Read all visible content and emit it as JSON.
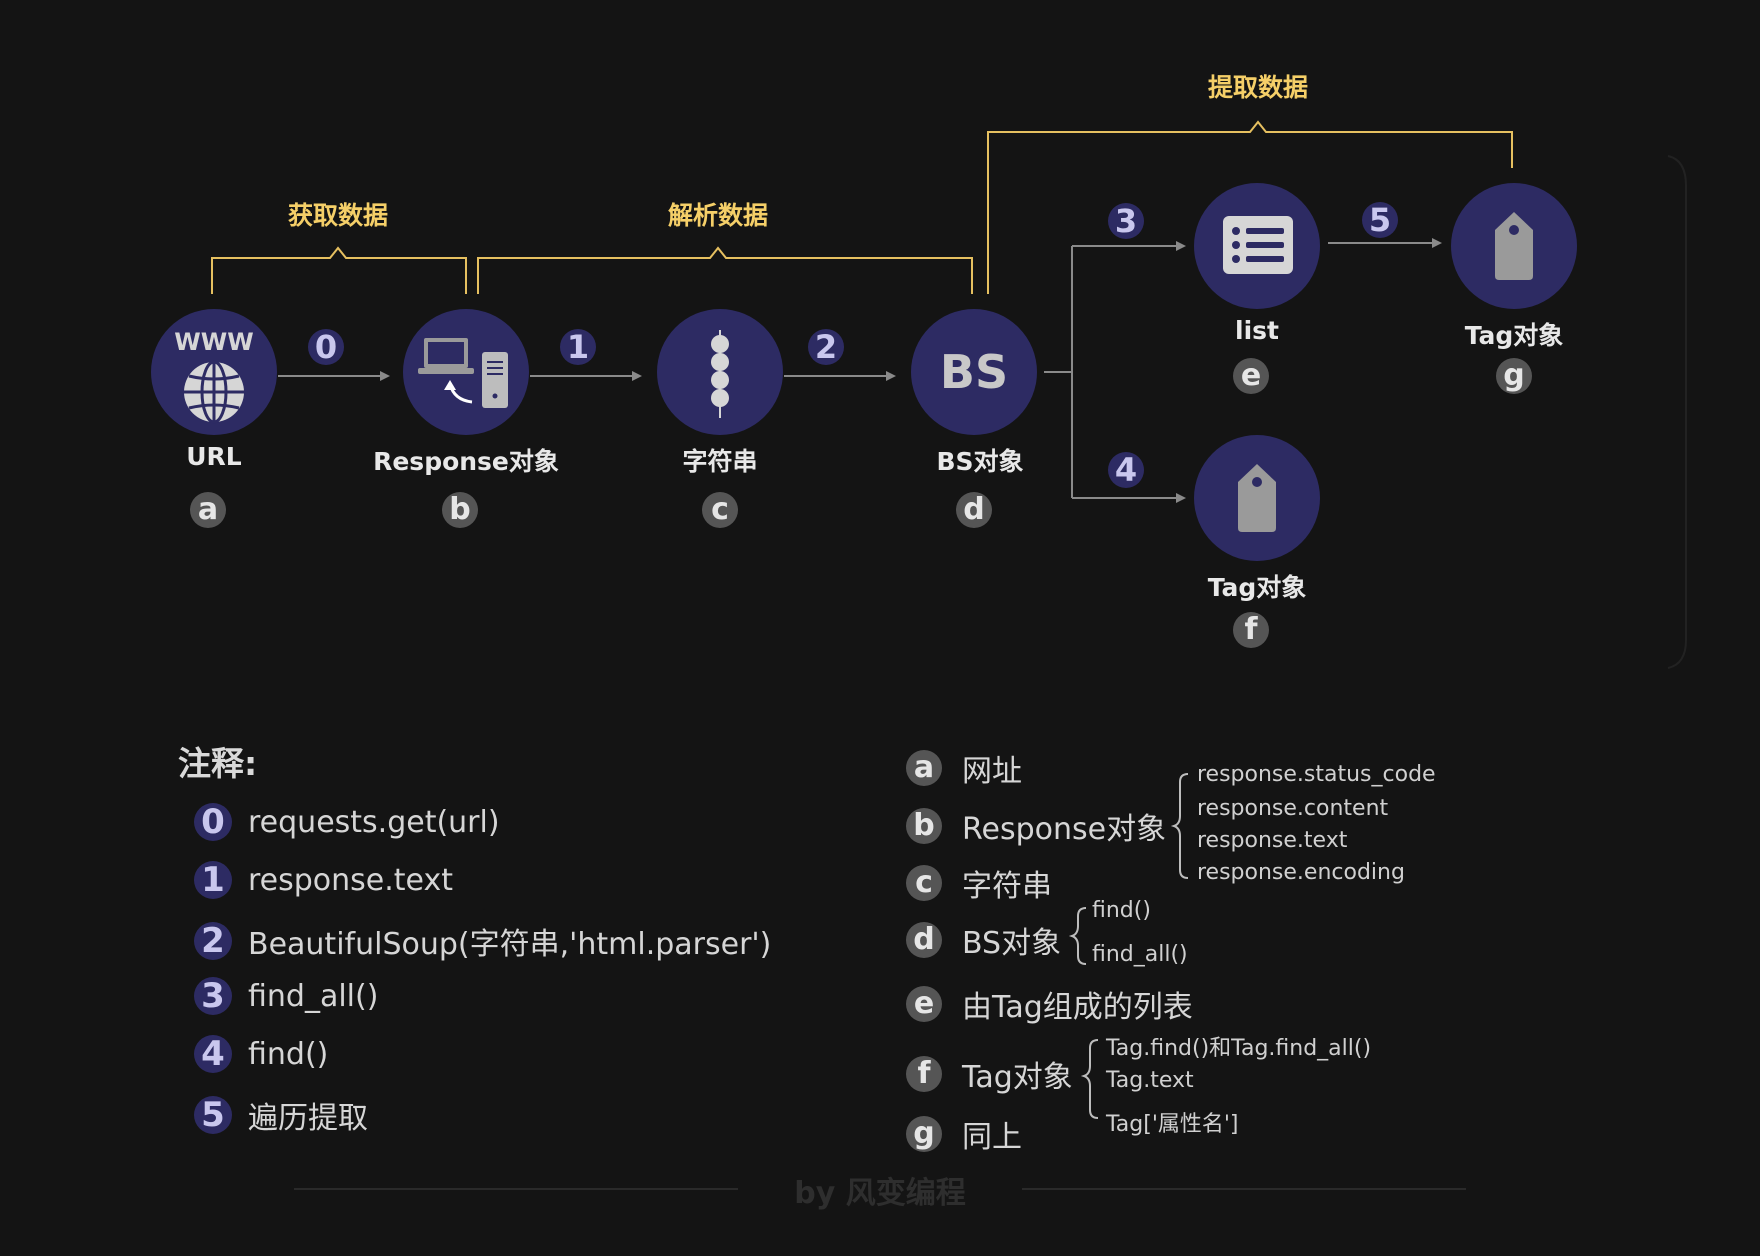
{
  "stages": {
    "fetch": "获取数据",
    "parse": "解析数据",
    "extract": "提取数据"
  },
  "nodes": [
    {
      "id": "url",
      "label": "URL",
      "letter": "a",
      "icon": "globe-www-icon"
    },
    {
      "id": "response",
      "label": "Response对象",
      "letter": "b",
      "icon": "computer-server-icon"
    },
    {
      "id": "string",
      "label": "字符串",
      "letter": "c",
      "icon": "skewer-icon"
    },
    {
      "id": "bs",
      "label": "BS对象",
      "letter": "d",
      "icon": "bs-text-icon",
      "icon_text": "BS"
    },
    {
      "id": "list",
      "label": "list",
      "letter": "e",
      "icon": "list-icon"
    },
    {
      "id": "tag_find",
      "label": "Tag对象",
      "letter": "f",
      "icon": "tag-icon"
    },
    {
      "id": "tag_iter",
      "label": "Tag对象",
      "letter": "g",
      "icon": "tag-icon"
    }
  ],
  "steps": [
    "0",
    "1",
    "2",
    "3",
    "4",
    "5"
  ],
  "notes": {
    "title": "注释:",
    "items": [
      {
        "num": "0",
        "text": "requests.get(url)"
      },
      {
        "num": "1",
        "text": "response.text"
      },
      {
        "num": "2",
        "text": "BeautifulSoup(字符串,'html.parser')"
      },
      {
        "num": "3",
        "text": "find_all()"
      },
      {
        "num": "4",
        "text": "find()"
      },
      {
        "num": "5",
        "text": "遍历提取"
      }
    ]
  },
  "legend": {
    "items": [
      {
        "letter": "a",
        "text": "网址"
      },
      {
        "letter": "b",
        "text": "Response对象",
        "sub": [
          "response.status_code",
          "response.content",
          "response.text",
          "response.encoding"
        ]
      },
      {
        "letter": "c",
        "text": "字符串"
      },
      {
        "letter": "d",
        "text": "BS对象",
        "sub": [
          "find()",
          "find_all()"
        ]
      },
      {
        "letter": "e",
        "text": "由Tag组成的列表"
      },
      {
        "letter": "f",
        "text": "Tag对象",
        "sub": [
          "Tag.find()和Tag.find_all()",
          "Tag.text",
          "Tag['属性名']"
        ]
      },
      {
        "letter": "g",
        "text": "同上"
      }
    ]
  },
  "footer": "by 风变编程",
  "colors": {
    "background": "#141414",
    "node": "#2d2b63",
    "stage_bracket": "#e6c060",
    "arrow": "#8a8a8a",
    "letter_badge": "#555555"
  }
}
